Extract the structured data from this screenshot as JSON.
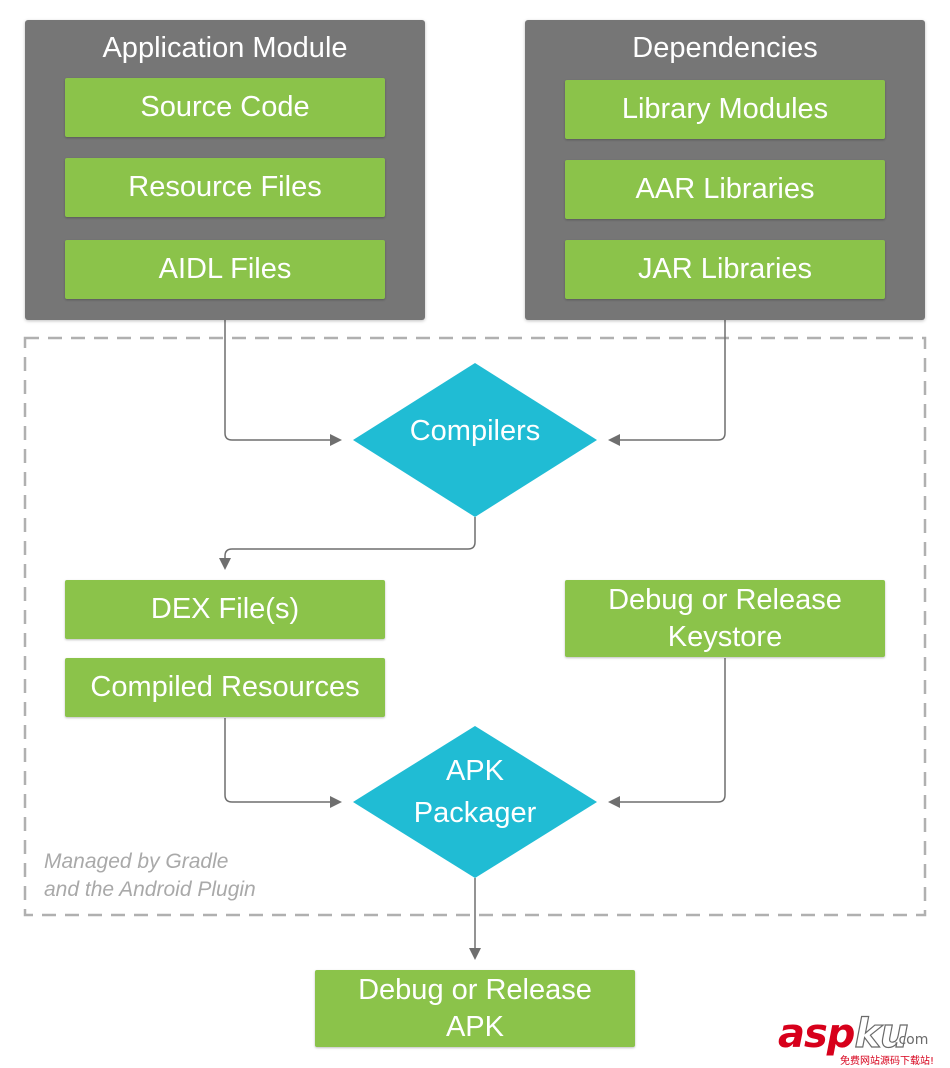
{
  "app_module": {
    "title": "Application Module",
    "items": [
      "Source Code",
      "Resource Files",
      "AIDL Files"
    ]
  },
  "dependencies": {
    "title": "Dependencies",
    "items": [
      "Library Modules",
      "AAR Libraries",
      "JAR Libraries"
    ]
  },
  "compilers": {
    "label": "Compilers"
  },
  "outputs": {
    "dex": "DEX File(s)",
    "compiled_resources": "Compiled Resources",
    "keystore": "Debug or Release\nKeystore"
  },
  "packager": {
    "label": "APK\nPackager"
  },
  "final_apk": {
    "label": "Debug or Release\nAPK"
  },
  "managed_note": {
    "line1": "Managed by Gradle",
    "line2": "and the Android Plugin"
  },
  "watermark": {
    "brand_red": "asp",
    "brand_outline": "ku",
    "domain": ".com",
    "tagline": "免费网站源码下载站!"
  },
  "colors": {
    "panel": "#767676",
    "green_box": "#8bc34a",
    "diamond": "#20bcd4",
    "connector": "#6f6f6f",
    "dashed_border": "#b0b0b0",
    "note_text": "#a9a9a9",
    "watermark_red": "#d7001b"
  }
}
